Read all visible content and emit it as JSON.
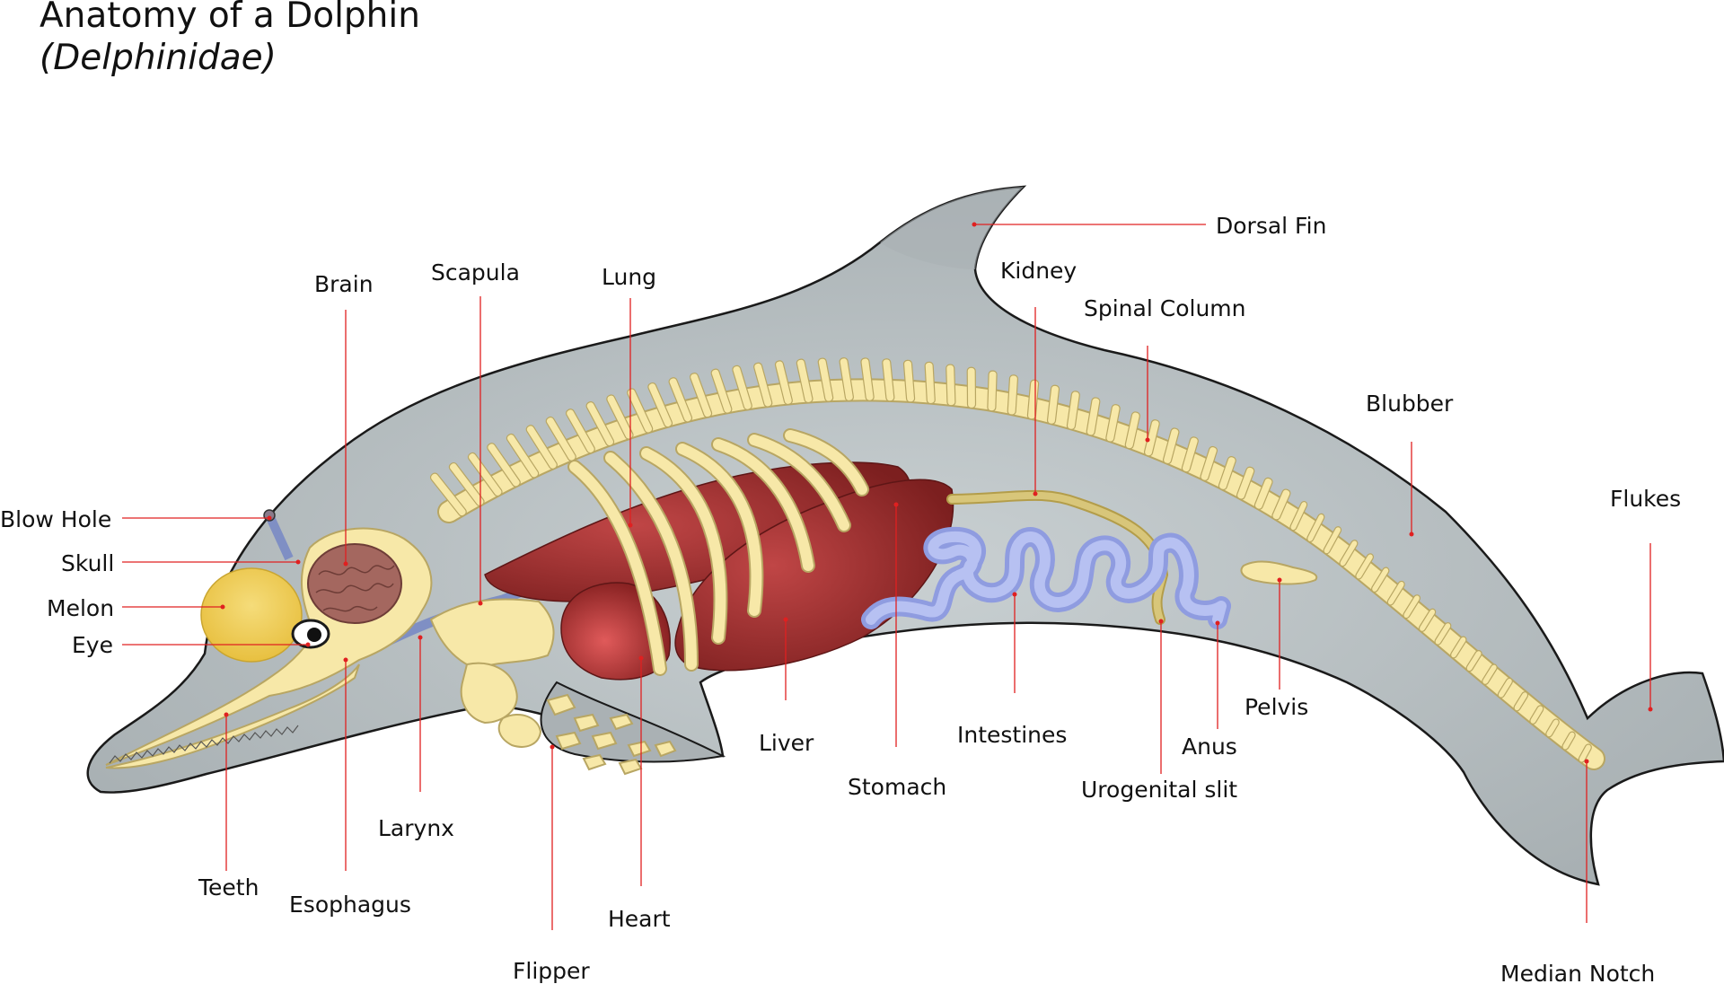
{
  "title": "Anatomy of a Dolphin",
  "subtitle": "(Delphinidae)",
  "colors": {
    "body": "#b5bcbe",
    "body_outline": "#1a1a1a",
    "bone": "#f7e8a8",
    "bone_outline": "#b8a663",
    "organ": "#922a2a",
    "organ_highlight": "#c04646",
    "brain": "#a4675f",
    "melon": "#f2cf5a",
    "intestine": "#a8b4ec",
    "kidney_tube": "#d8c67a",
    "airway": "#7f8fc4",
    "leader_line": "#e02020"
  },
  "labels": {
    "dorsal_fin": "Dorsal Fin",
    "kidney": "Kidney",
    "spinal_column": "Spinal Column",
    "brain": "Brain",
    "scapula": "Scapula",
    "lung": "Lung",
    "blubber": "Blubber",
    "flukes": "Flukes",
    "blow_hole": "Blow Hole",
    "skull": "Skull",
    "melon": "Melon",
    "eye": "Eye",
    "pelvis": "Pelvis",
    "intestines": "Intestines",
    "liver": "Liver",
    "anus": "Anus",
    "larynx": "Larynx",
    "stomach": "Stomach",
    "urogenital_slit": "Urogenital slit",
    "teeth": "Teeth",
    "esophagus": "Esophagus",
    "heart": "Heart",
    "flipper": "Flipper",
    "median_notch": "Median Notch"
  }
}
